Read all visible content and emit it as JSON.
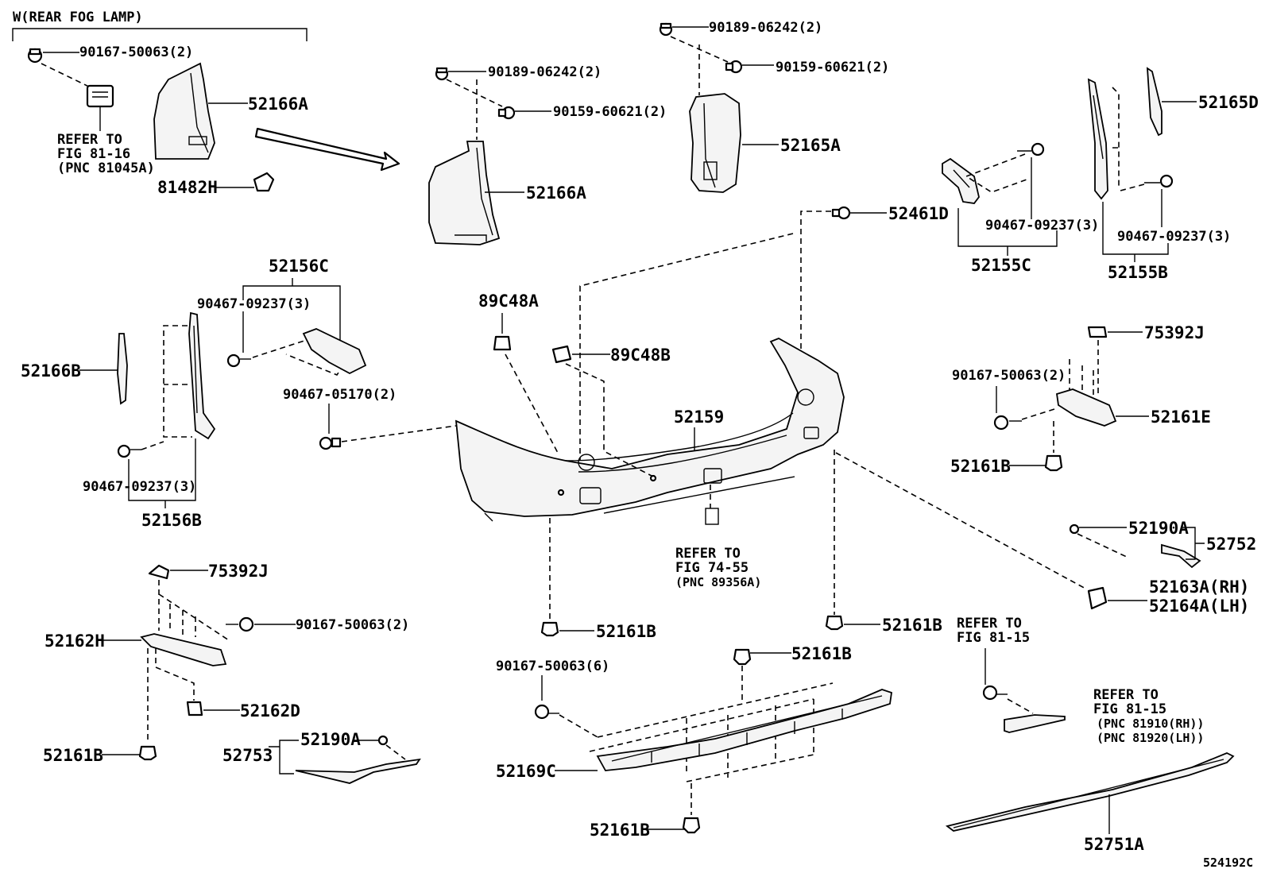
{
  "header": {
    "variant": "W(REAR FOG LAMP)"
  },
  "diagram_code": "524192C",
  "labels": {
    "l01": "90167-50063(2)",
    "l02": "52166A",
    "l03": "REFER TO",
    "l04": "FIG 81-16",
    "l05": "(PNC 81045A)",
    "l06": "81482H",
    "l07": "90189-06242(2)",
    "l08": "90159-60621(2)",
    "l09": "52166A",
    "l10": "90189-06242(2)",
    "l11": "90159-60621(2)",
    "l12": "52165A",
    "l13": "52165D",
    "l14": "52461D",
    "l15": "90467-09237(3)",
    "l16": "52155C",
    "l17": "90467-09237(3)",
    "l18": "52155B",
    "l19": "52156C",
    "l20": "90467-09237(3)",
    "l21": "52166B",
    "l22": "90467-05170(2)",
    "l23": "90467-09237(3)",
    "l24": "52156B",
    "l25": "89C48A",
    "l26": "89C48B",
    "l27": "52159",
    "l28": "REFER TO",
    "l29": "FIG 74-55",
    "l30": "(PNC 89356A)",
    "l31": "75392J",
    "l32": "90167-50063(2)",
    "l33": "52161E",
    "l34": "52161B",
    "l35": "52190A",
    "l36": "52752",
    "l37": "52163A(RH)",
    "l38": "52164A(LH)",
    "l39": "75392J",
    "l40": "90167-50063(2)",
    "l41": "52162H",
    "l42": "52162D",
    "l43": "52161B",
    "l44": "52753",
    "l45": "52190A",
    "l46": "52161B",
    "l47": "52161B",
    "l48": "52161B",
    "l49": "90167-50063(6)",
    "l50": "52169C",
    "l51": "52161B",
    "l52": "REFER TO",
    "l53": "FIG 81-15",
    "l54": "REFER TO",
    "l55": "FIG 81-15",
    "l56": "(PNC 81910(RH))",
    "l57": "(PNC 81920(LH))",
    "l58": "52751A"
  }
}
